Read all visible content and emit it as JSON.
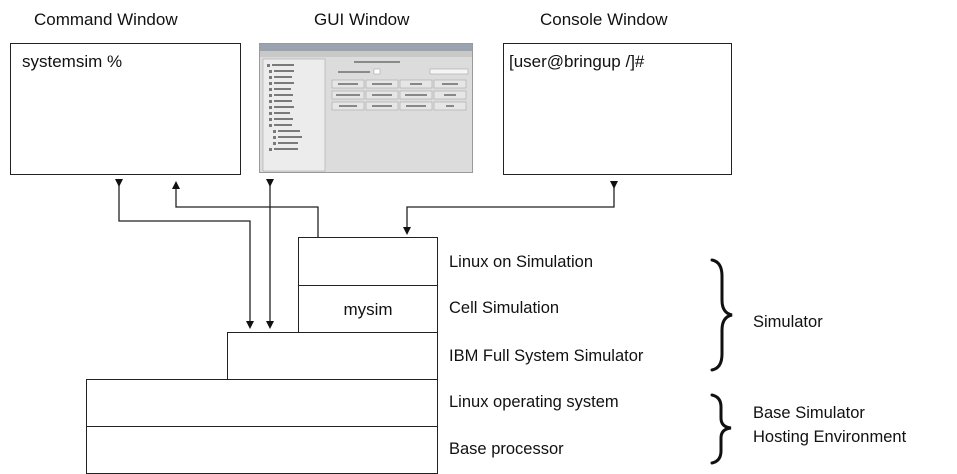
{
  "windows": {
    "command": {
      "title": "Command Window",
      "content": "systemsim %"
    },
    "gui": {
      "title": "GUI Window"
    },
    "console": {
      "title": "Console Window",
      "content": "[user@bringup /]#"
    }
  },
  "layers": {
    "linux_on_sim": "Linux on Simulation",
    "cell_sim": "Cell Simulation",
    "mysim": "mysim",
    "ibm_fss": "IBM Full System Simulator",
    "linux_os": "Linux operating system",
    "base_processor": "Base processor"
  },
  "groups": {
    "simulator": "Simulator",
    "base_line1": "Base Simulator",
    "base_line2": "Hosting Environment"
  }
}
